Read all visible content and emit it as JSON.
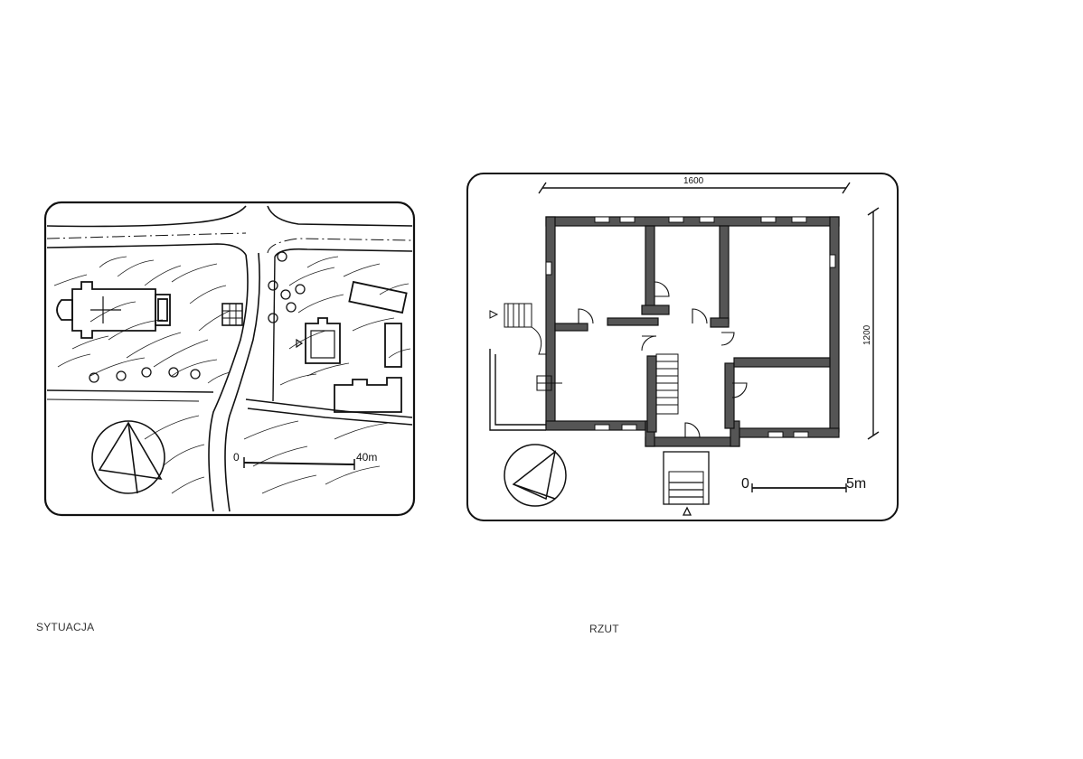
{
  "site_plan": {
    "caption": "SYTUACJA",
    "scale_zero": "0",
    "scale_label": "40m"
  },
  "floor_plan": {
    "caption": "RZUT",
    "width_dimension": "1600",
    "height_dimension": "1200",
    "scale_zero": "0",
    "scale_label": "5m"
  }
}
